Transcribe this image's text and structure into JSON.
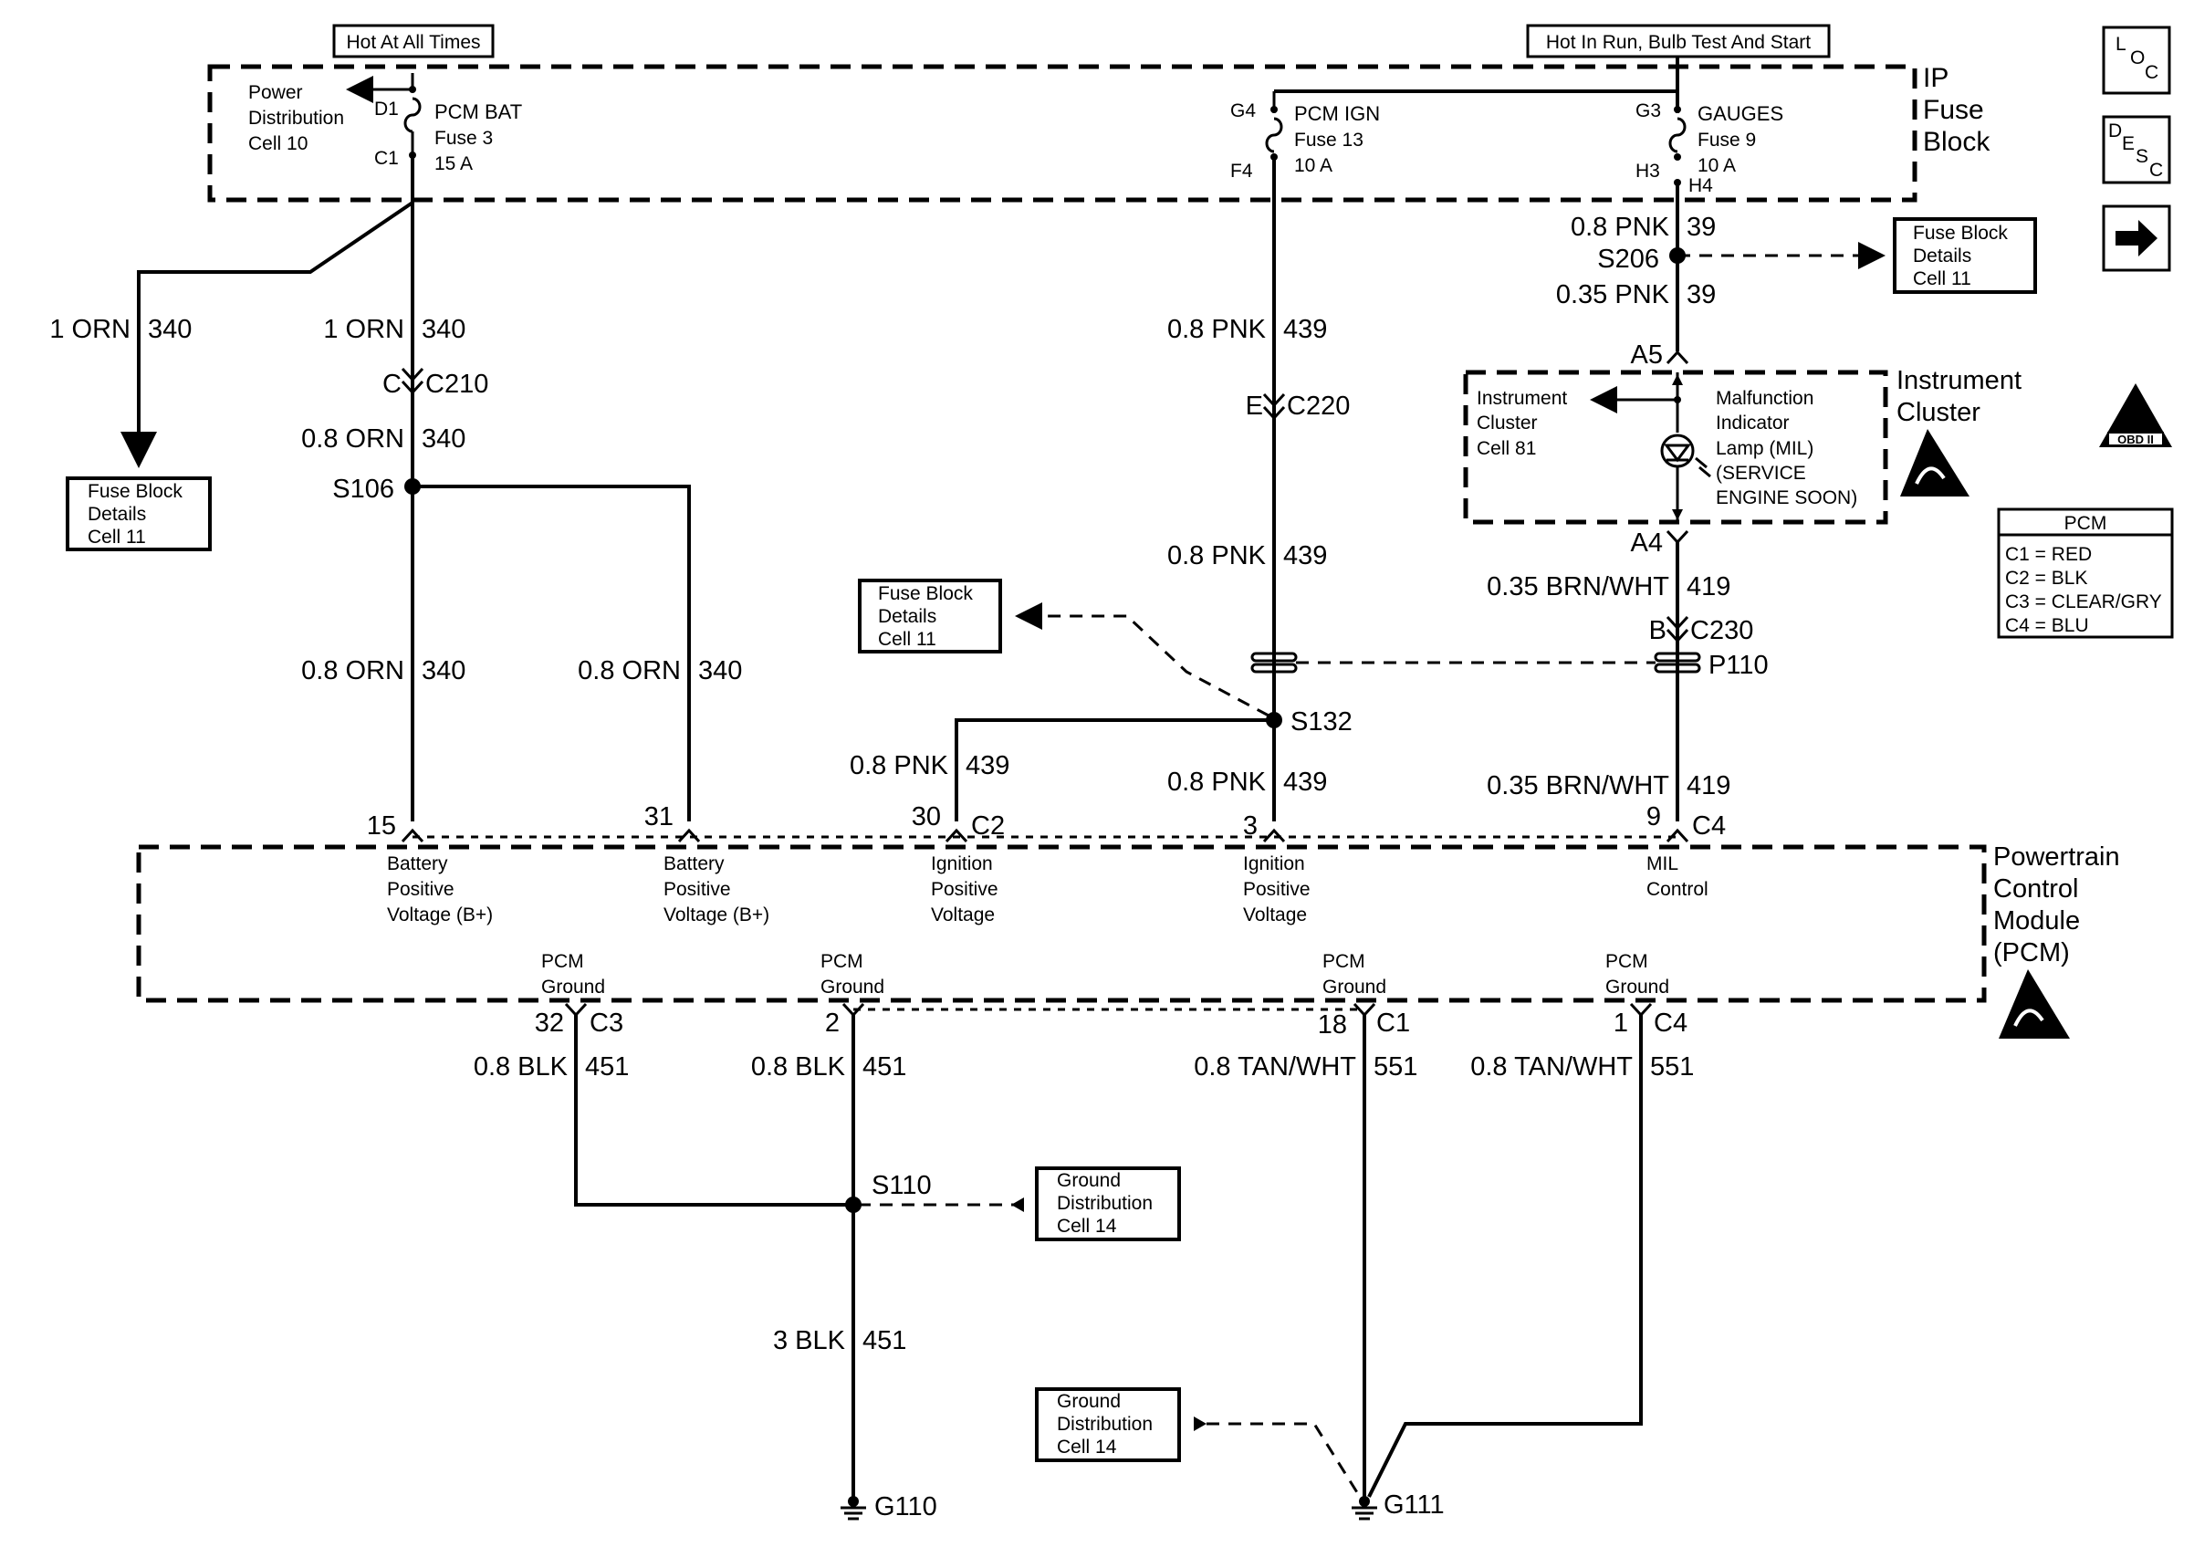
{
  "headers": {
    "hot_at_all_times": "Hot At All Times",
    "hot_in_run": "Hot In Run, Bulb Test And Start"
  },
  "side_icons": {
    "loc": [
      "L",
      "O",
      "C"
    ],
    "desc": [
      "D",
      "E",
      "S",
      "C"
    ],
    "arrow": "arrow-right-icon",
    "obd": "OBD II"
  },
  "fuse_block": {
    "title": [
      "IP",
      "Fuse",
      "Block"
    ],
    "power_dist": [
      "Power",
      "Distribution",
      "Cell 10"
    ],
    "fuse3": {
      "name": [
        "PCM BAT",
        "Fuse 3",
        "15 A"
      ],
      "in": "D1",
      "out": "C1"
    },
    "fuse13": {
      "name": [
        "PCM IGN",
        "Fuse 13",
        "10 A"
      ],
      "in": "G4",
      "out": "F4"
    },
    "fuse9": {
      "name": [
        "GAUGES",
        "Fuse 9",
        "10 A"
      ],
      "in": "G3",
      "out1": "H3",
      "out2": "H4"
    }
  },
  "refs": {
    "fbd_left": [
      "Fuse Block",
      "Details",
      "Cell 11"
    ],
    "fbd_mid": [
      "Fuse Block",
      "Details",
      "Cell 11"
    ],
    "fbd_right": [
      "Fuse Block",
      "Details",
      "Cell 11"
    ],
    "gnd1": [
      "Ground",
      "Distribution",
      "Cell 14"
    ],
    "gnd2": [
      "Ground",
      "Distribution",
      "Cell 14"
    ]
  },
  "wires": {
    "w1_orn_left": [
      "1 ORN",
      "340"
    ],
    "w1_orn": [
      "1 ORN",
      "340"
    ],
    "w08_orn_a": [
      "0.8 ORN",
      "340"
    ],
    "w08_orn_b": [
      "0.8 ORN",
      "340"
    ],
    "w08_orn_c": [
      "0.8 ORN",
      "340"
    ],
    "w08_pnk_a": [
      "0.8 PNK",
      "439"
    ],
    "w08_pnk_b": [
      "0.8 PNK",
      "439"
    ],
    "w08_pnk_c": [
      "0.8 PNK",
      "439"
    ],
    "w08_pnk_d": [
      "0.8 PNK",
      "439"
    ],
    "w08_pnk_39": [
      "0.8 PNK",
      "39"
    ],
    "w035_pnk_39": [
      "0.35 PNK",
      "39"
    ],
    "w035_brn_a": [
      "0.35 BRN/WHT",
      "419"
    ],
    "w035_brn_b": [
      "0.35 BRN/WHT",
      "419"
    ],
    "w08_blk_a": [
      "0.8 BLK",
      "451"
    ],
    "w08_blk_b": [
      "0.8 BLK",
      "451"
    ],
    "w3_blk": [
      "3 BLK",
      "451"
    ],
    "w08_tan_a": [
      "0.8 TAN/WHT",
      "551"
    ],
    "w08_tan_b": [
      "0.8 TAN/WHT",
      "551"
    ]
  },
  "connectors": {
    "c210": [
      "C",
      "C210"
    ],
    "c220": [
      "E",
      "C220"
    ],
    "c230": [
      "B",
      "C230"
    ],
    "a5": "A5",
    "a4": "A4",
    "p110": "P110"
  },
  "splices": {
    "s106": "S106",
    "s132": "S132",
    "s206": "S206",
    "s110": "S110"
  },
  "grounds": {
    "g110": "G110",
    "g111": "G111"
  },
  "cluster": {
    "title": [
      "Instrument",
      "Cluster"
    ],
    "ref": [
      "Instrument",
      "Cluster",
      "Cell 81"
    ],
    "mil": [
      "Malfunction",
      "Indicator",
      "Lamp (MIL)",
      "(SERVICE",
      "ENGINE SOON)"
    ]
  },
  "pcm": {
    "title": [
      "Powertrain",
      "Control",
      "Module",
      "(PCM)"
    ],
    "pins_top": [
      {
        "num": "15",
        "conn": "",
        "label": [
          "Battery",
          "Positive",
          "Voltage (B+)"
        ]
      },
      {
        "num": "31",
        "conn": "",
        "label": [
          "Battery",
          "Positive",
          "Voltage (B+)"
        ]
      },
      {
        "num": "30",
        "conn": "C2",
        "label": [
          "Ignition",
          "Positive",
          "Voltage"
        ]
      },
      {
        "num": "3",
        "conn": "",
        "label": [
          "Ignition",
          "Positive",
          "Voltage"
        ]
      },
      {
        "num": "9",
        "conn": "C4",
        "label": [
          "MIL",
          "Control"
        ]
      }
    ],
    "pins_bottom": [
      {
        "num": "32",
        "conn": "C3",
        "label": [
          "PCM",
          "Ground"
        ]
      },
      {
        "num": "2",
        "conn": "",
        "label": [
          "PCM",
          "Ground"
        ]
      },
      {
        "num": "18",
        "conn": "C1",
        "label": [
          "PCM",
          "Ground"
        ]
      },
      {
        "num": "1",
        "conn": "C4",
        "label": [
          "PCM",
          "Ground"
        ]
      }
    ]
  },
  "legend": {
    "title": "PCM",
    "rows": [
      "C1 = RED",
      "C2 = BLK",
      "C3 = CLEAR/GRY",
      "C4 = BLU"
    ]
  }
}
